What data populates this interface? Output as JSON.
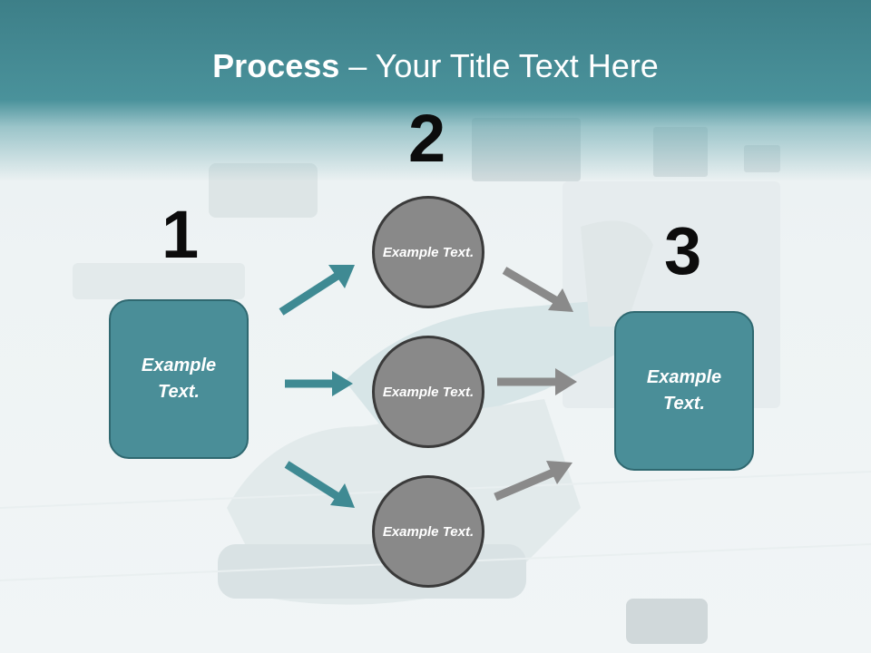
{
  "title": {
    "bold": "Process",
    "rest": " – Your Title Text Here"
  },
  "steps": {
    "one": "1",
    "two": "2",
    "three": "3"
  },
  "left_box": {
    "line1": "Example",
    "line2": "Text."
  },
  "circles": [
    {
      "line1": "Example",
      "line2": "Text."
    },
    {
      "line1": "Example",
      "line2": "Text."
    },
    {
      "line1": "Example",
      "line2": "Text."
    }
  ],
  "right_box": {
    "line1": "Example",
    "line2": "Text."
  },
  "colors": {
    "teal": "#4a8e98",
    "gray": "#898989",
    "arrow_teal": "#3f8a93",
    "arrow_gray": "#8a8a8a"
  }
}
